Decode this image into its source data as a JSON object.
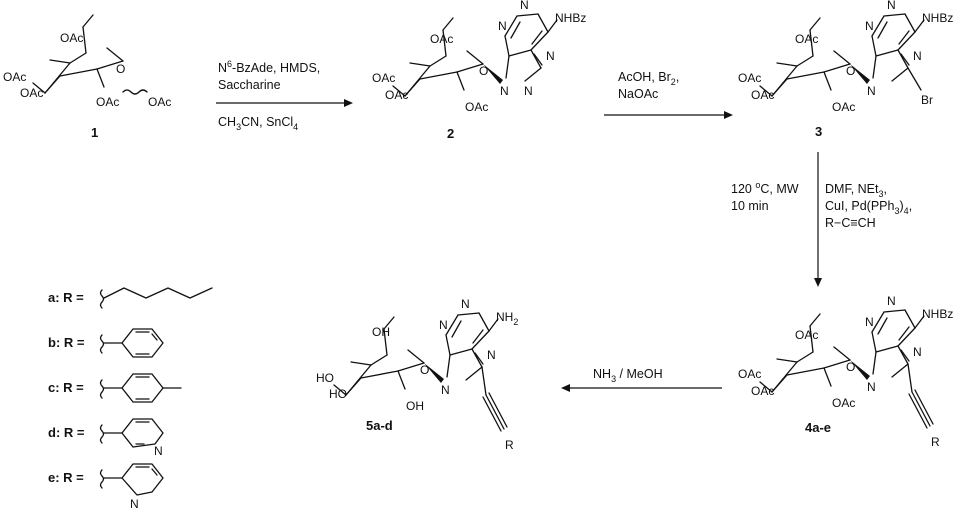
{
  "substituents": {
    "oac": "OAc",
    "nhbz": "NHBz",
    "n": "N",
    "o": "O",
    "br": "Br",
    "r": "R",
    "oh": "OH",
    "ho": "HO",
    "nh": "NH",
    "two": "2"
  },
  "compounds": {
    "c1": "1",
    "c2": "2",
    "c3": "3",
    "c4": "4a-e",
    "c5": "5a-d"
  },
  "conditions": {
    "step1": {
      "n": "N",
      "sup6": "6",
      "rest": "-BzAde, HMDS,",
      "line2": "Saccharine",
      "solvent_a": "CH",
      "sub3": "3",
      "solvent_b": "CN, SnCl",
      "sub4": "4"
    },
    "step2": {
      "a": "AcOH, Br",
      "sub2": "2",
      "b": ",",
      "line2": "NaOAc"
    },
    "step3": {
      "left1a": "120 ",
      "left1sup": "o",
      "left1b": "C, MW",
      "left2": "10 min",
      "r1a": "DMF, NEt",
      "r1sub": "3",
      "r1b": ",",
      "r2a": "CuI, Pd(PPh",
      "r2sub1": "3",
      "r2b": ")",
      "r2sub2": "4",
      "r2c": ",",
      "r3": "R−C≡CH"
    },
    "step4": {
      "a": "NH",
      "sub3": "3",
      "b": " / MeOH"
    }
  },
  "r_groups": [
    {
      "label": "a: R =",
      "group": "pentyl"
    },
    {
      "label": "b: R =",
      "group": "phenyl"
    },
    {
      "label": "c: R =",
      "group": "p-tolyl"
    },
    {
      "label": "d: R =",
      "group": "3-pyridyl"
    },
    {
      "label": "e: R =",
      "group": "2-pyridyl"
    }
  ]
}
